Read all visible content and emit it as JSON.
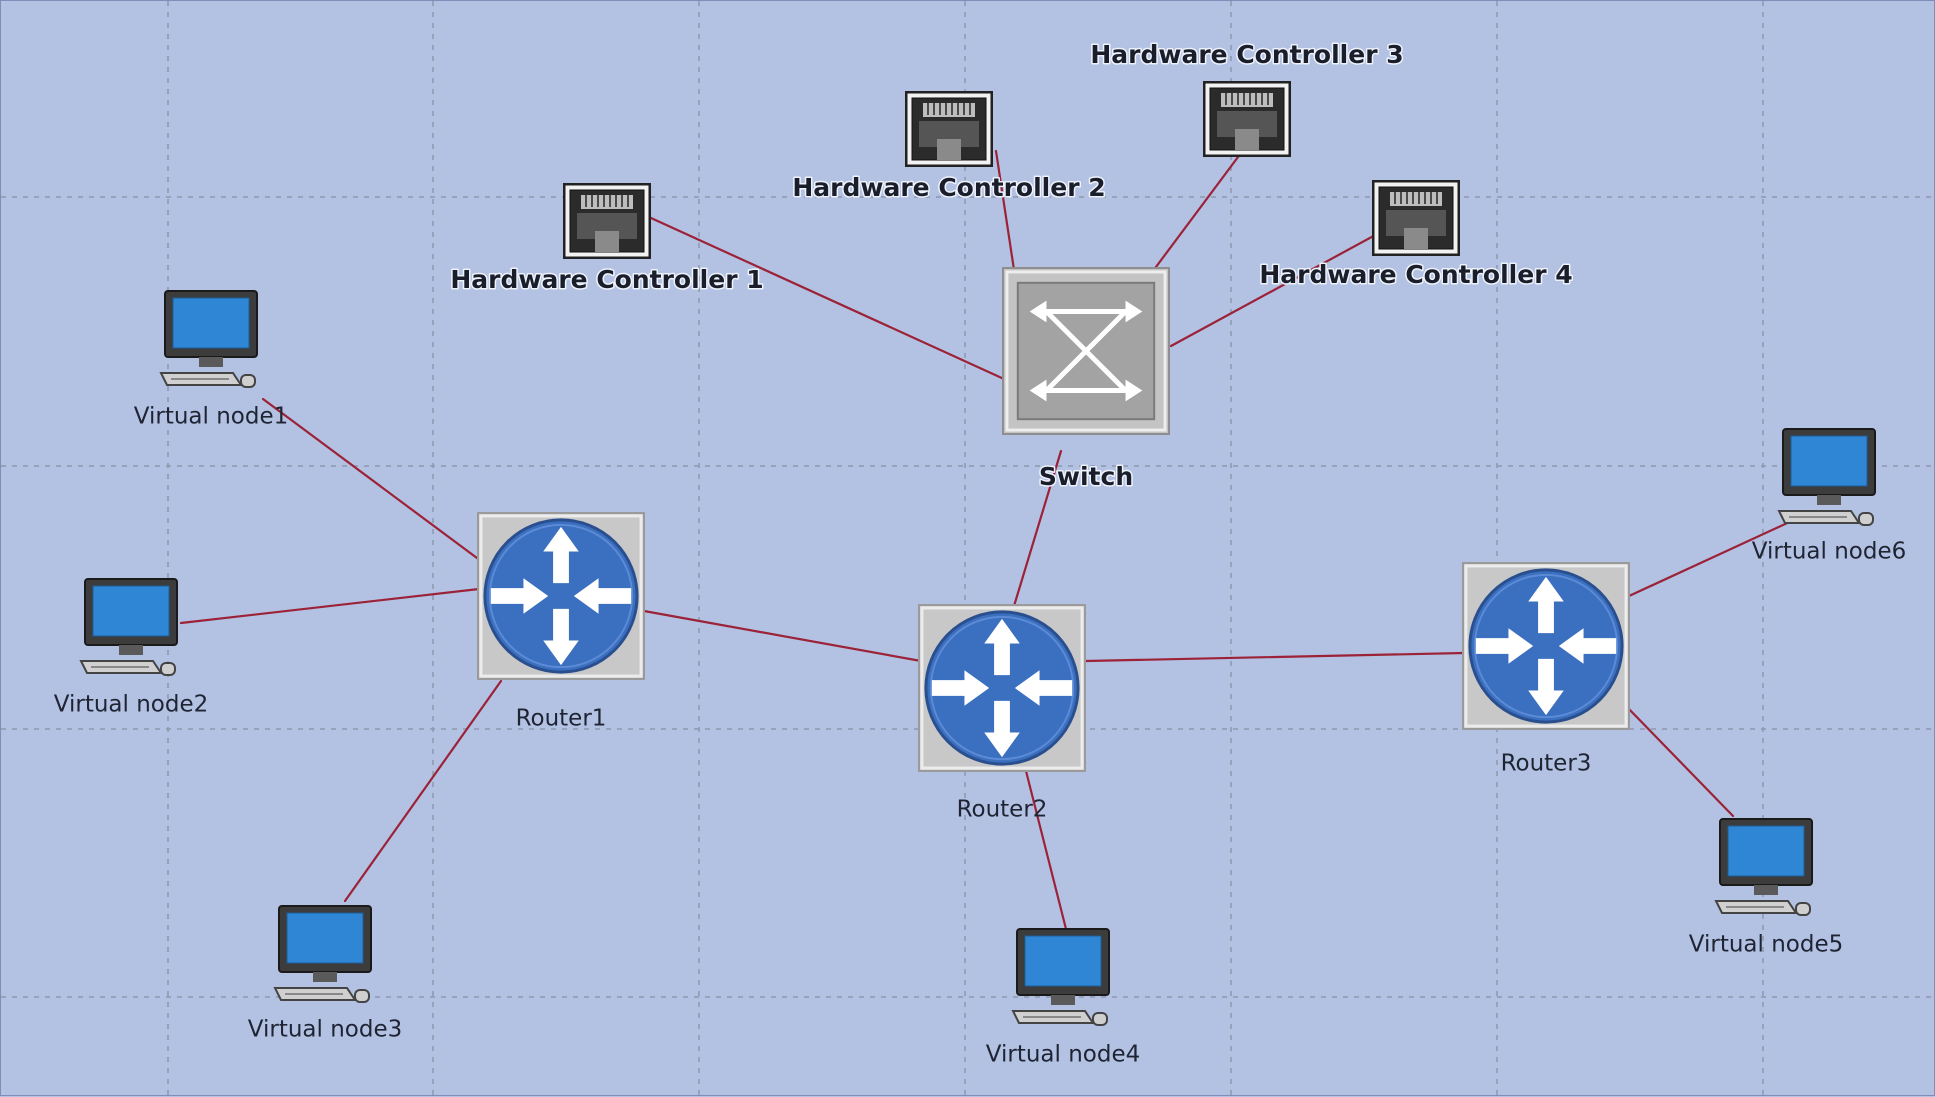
{
  "diagram": {
    "nodes": [
      {
        "id": "hc1",
        "type": "hardware-controller",
        "label": "Hardware Controller 1"
      },
      {
        "id": "hc2",
        "type": "hardware-controller",
        "label": "Hardware Controller 2"
      },
      {
        "id": "hc3",
        "type": "hardware-controller",
        "label": "Hardware Controller 3"
      },
      {
        "id": "hc4",
        "type": "hardware-controller",
        "label": "Hardware Controller 4"
      },
      {
        "id": "switch",
        "type": "switch",
        "label": "Switch"
      },
      {
        "id": "router1",
        "type": "router",
        "label": "Router1"
      },
      {
        "id": "router2",
        "type": "router",
        "label": "Router2"
      },
      {
        "id": "router3",
        "type": "router",
        "label": "Router3"
      },
      {
        "id": "vn1",
        "type": "computer",
        "label": "Virtual node1"
      },
      {
        "id": "vn2",
        "type": "computer",
        "label": "Virtual node2"
      },
      {
        "id": "vn3",
        "type": "computer",
        "label": "Virtual node3"
      },
      {
        "id": "vn4",
        "type": "computer",
        "label": "Virtual node4"
      },
      {
        "id": "vn5",
        "type": "computer",
        "label": "Virtual node5"
      },
      {
        "id": "vn6",
        "type": "computer",
        "label": "Virtual node6"
      }
    ],
    "links": [
      {
        "from": "hc1",
        "to": "switch"
      },
      {
        "from": "hc2",
        "to": "switch"
      },
      {
        "from": "hc3",
        "to": "switch"
      },
      {
        "from": "hc4",
        "to": "switch"
      },
      {
        "from": "switch",
        "to": "router2"
      },
      {
        "from": "router1",
        "to": "router2"
      },
      {
        "from": "router2",
        "to": "router3"
      },
      {
        "from": "vn1",
        "to": "router1"
      },
      {
        "from": "vn2",
        "to": "router1"
      },
      {
        "from": "vn3",
        "to": "router1"
      },
      {
        "from": "vn4",
        "to": "router2"
      },
      {
        "from": "vn5",
        "to": "router3"
      },
      {
        "from": "vn6",
        "to": "router3"
      }
    ],
    "colors": {
      "background": "#b3c2e3",
      "link": "#9c2238",
      "router_blue": "#3b6fbf",
      "monitor_screen": "#2f86d4"
    }
  }
}
